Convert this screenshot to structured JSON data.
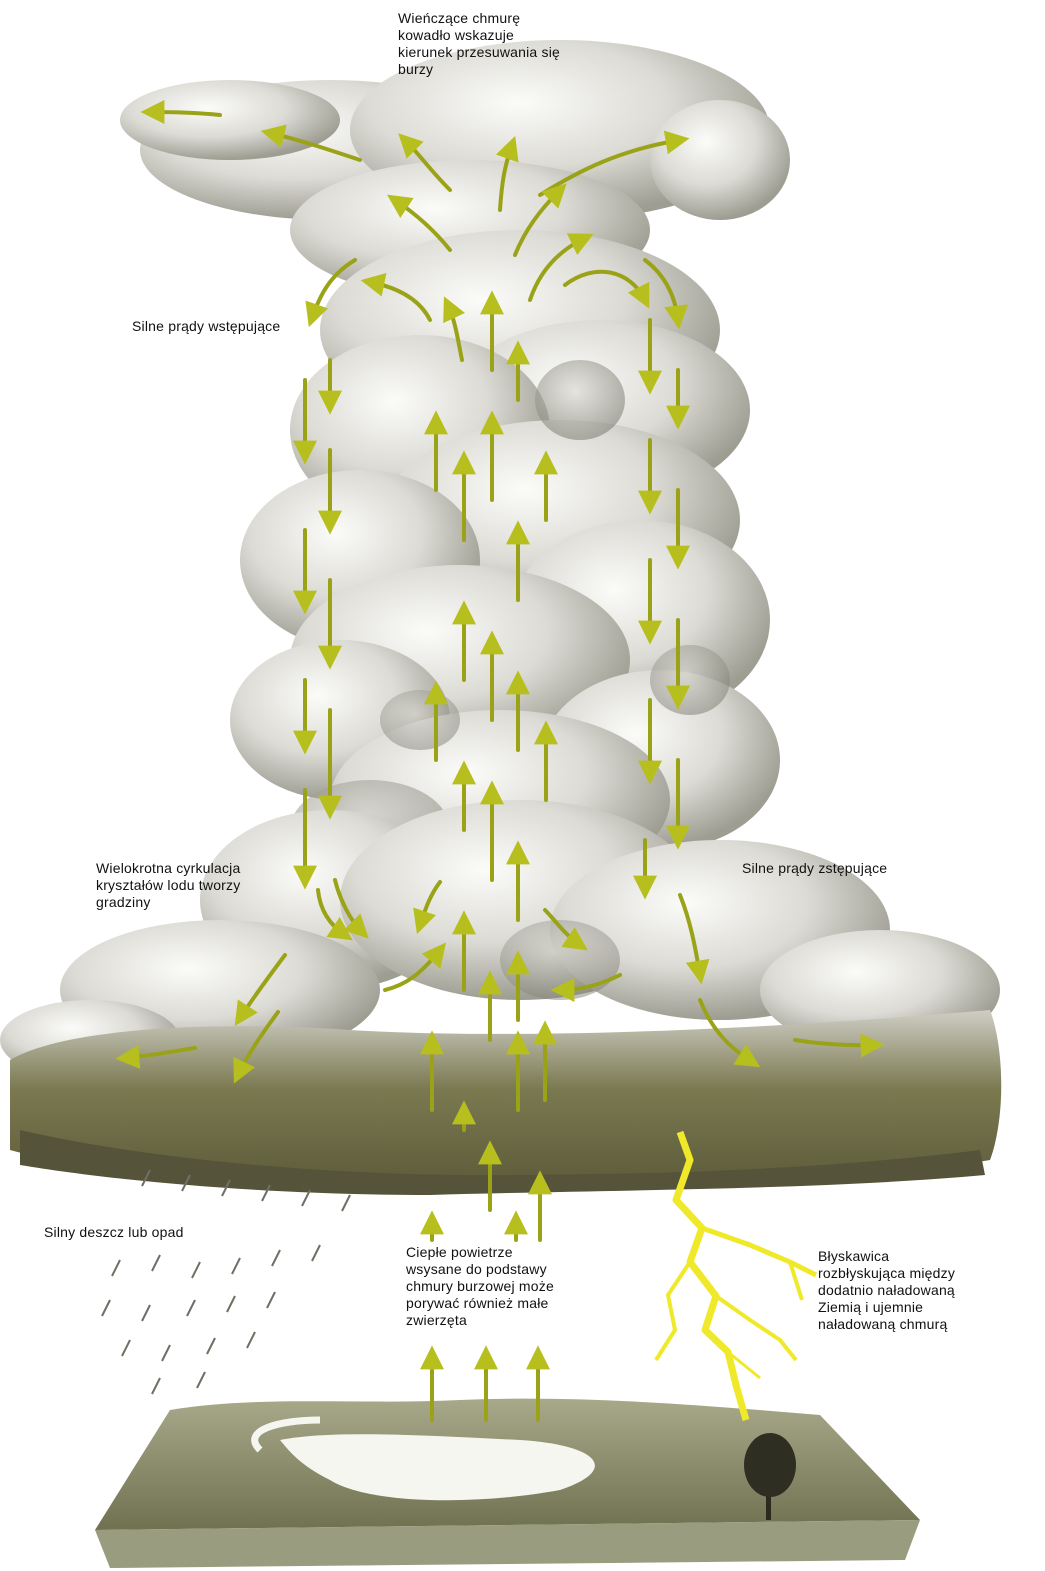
{
  "labels": {
    "anvil": "Wieńczące chmurę\nkowadło wskazuje\nkierunek przesuwania się\nburzy",
    "updrafts": "Silne prądy wstępujące",
    "hail": "Wielokrotna cyrkulacja\nkryształów lodu tworzy\ngradziny",
    "downdrafts": "Silne prądy zstępujące",
    "rain": "Silny deszcz lub opad",
    "warm_air": "Ciepłe powietrze\nwsysane do podstawy\nchmury burzowej może\nporywać również małe\nzwierzęta",
    "lightning": "Błyskawica\nrozbłyskująca między\ndodatnio naładowaną\nZiemią i ujemnie\nnaładowaną chmurą"
  },
  "colors": {
    "arrow": "#8f9a12",
    "arrow_head": "#c9d12a",
    "lightning": "#f2ee3a",
    "cloud_base": "#6b6a45",
    "cloud_light": "#f1f0ec",
    "cloud_shadow": "#8b8a7e",
    "ground": "#7b7c58"
  }
}
